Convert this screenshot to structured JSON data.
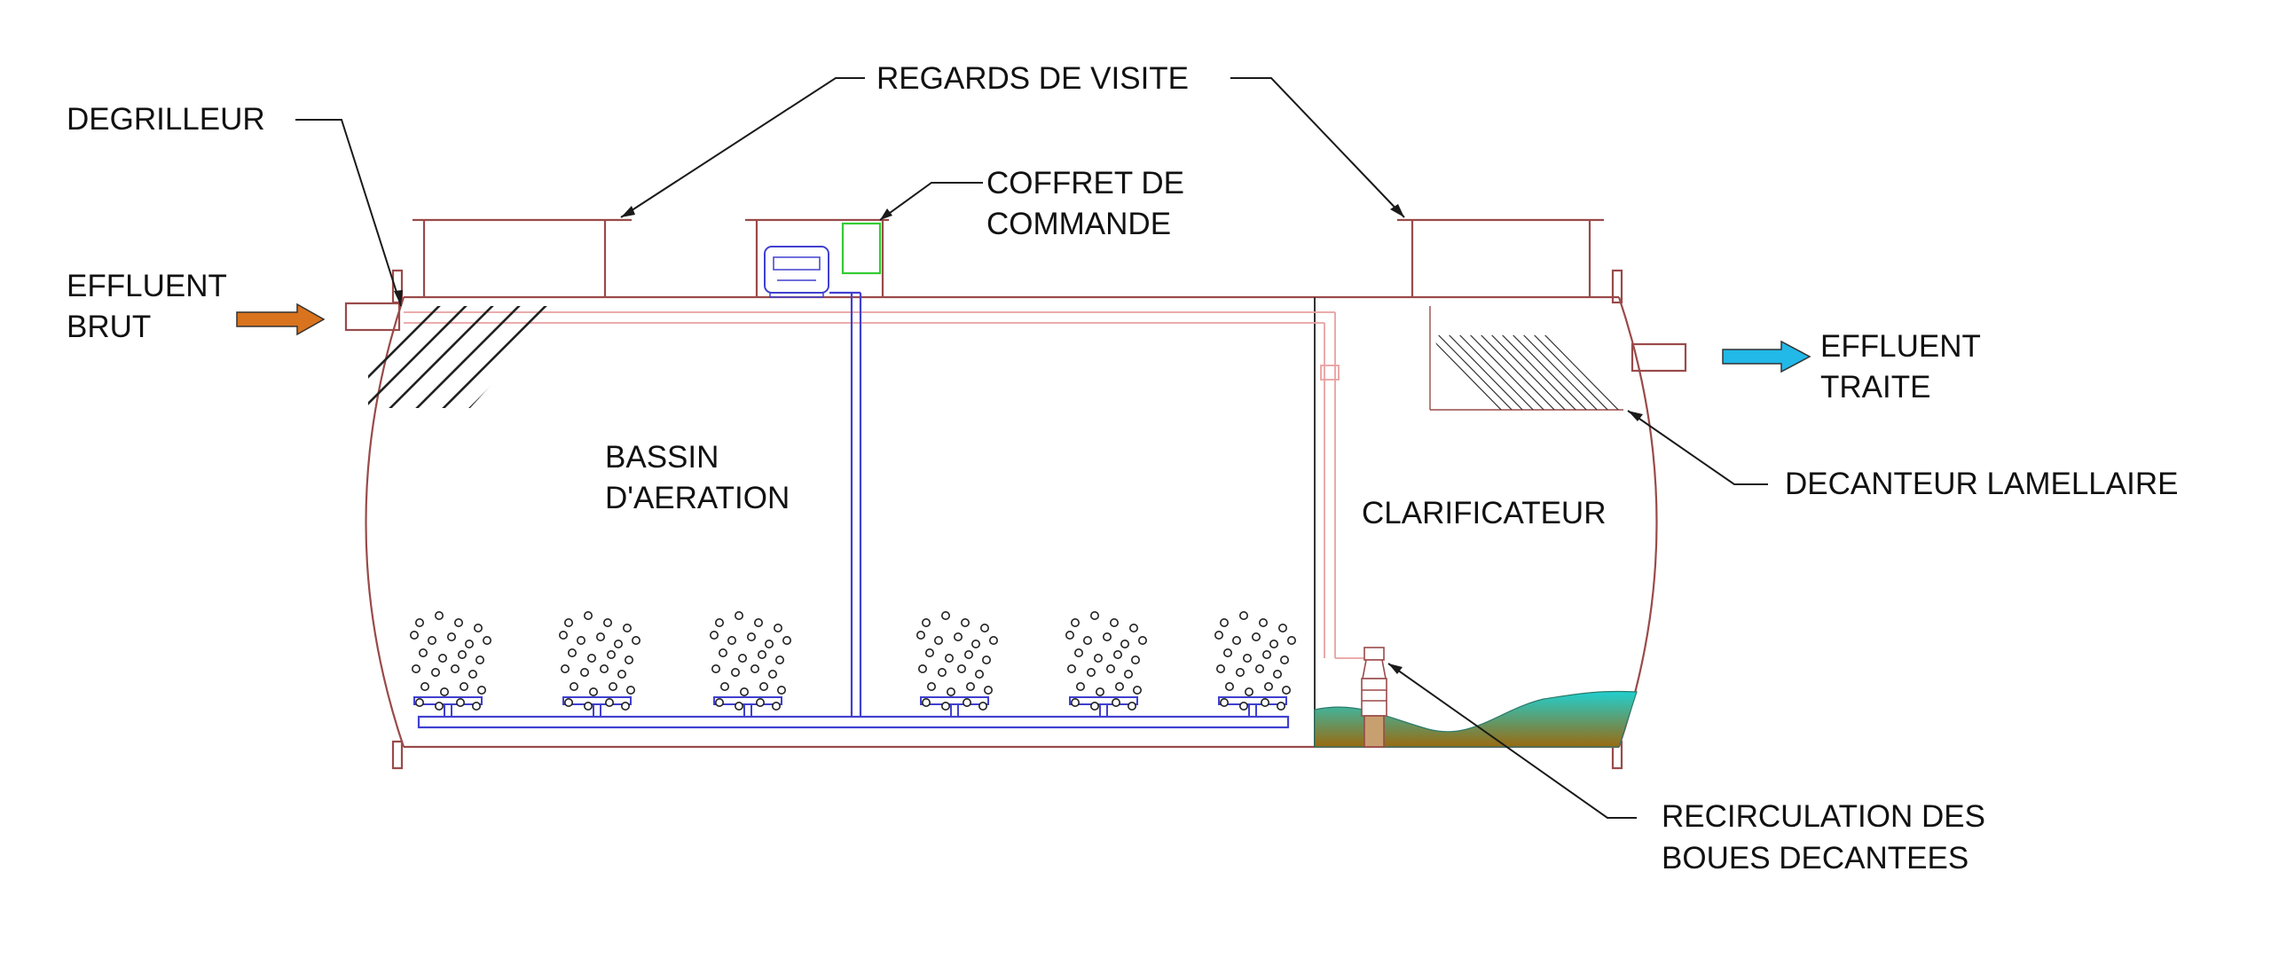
{
  "labels": {
    "regards": "REGARDS DE VISITE",
    "degrilleur": "DEGRILLEUR",
    "coffret_line1": "COFFRET DE",
    "coffret_line2": "COMMANDE",
    "effluent_brut_line1": "EFFLUENT",
    "effluent_brut_line2": "BRUT",
    "effluent_traite_line1": "EFFLUENT",
    "effluent_traite_line2": "TRAITE",
    "bassin_line1": "BASSIN",
    "bassin_line2": "D'AERATION",
    "clarificateur": "CLARIFICATEUR",
    "decanteur": "DECANTEUR LAMELLAIRE",
    "recirculation_line1": "RECIRCULATION DES",
    "recirculation_line2": "BOUES DECANTEES"
  },
  "colors": {
    "tank_outline": "#9a4a4a",
    "pink_piping": "#e8a0a0",
    "air_piping": "#4040d0",
    "inlet_arrow": "#d9731e",
    "outlet_arrow": "#22b8e8",
    "controller_box": "#33cc33",
    "sludge_top": "#20d0d0",
    "sludge_bottom": "#9a6a10"
  },
  "icons": {
    "inlet": "arrow-right-icon",
    "outlet": "arrow-right-icon"
  }
}
